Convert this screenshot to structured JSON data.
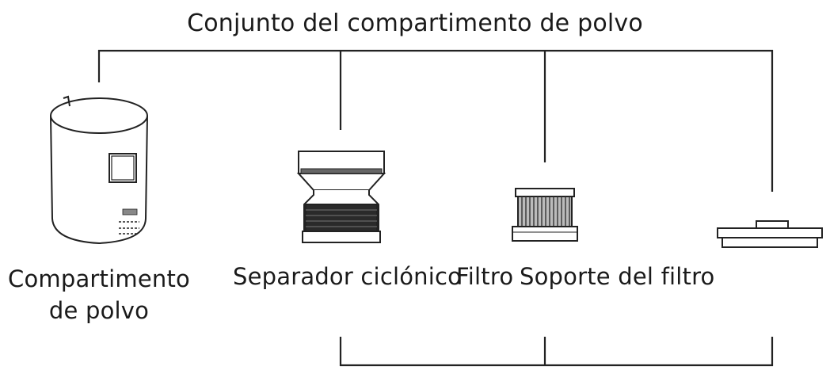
{
  "title": "Conjunto del compartimento de polvo",
  "parts": [
    {
      "label_line1": "Compartimento",
      "label_line2": "de polvo",
      "icon": "dust-container-icon"
    },
    {
      "label": "Separador ciclónico",
      "icon": "cyclone-separator-icon"
    },
    {
      "label": "Filtro",
      "icon": "filter-icon"
    },
    {
      "label": "Soporte del filtro",
      "icon": "filter-holder-icon"
    }
  ]
}
